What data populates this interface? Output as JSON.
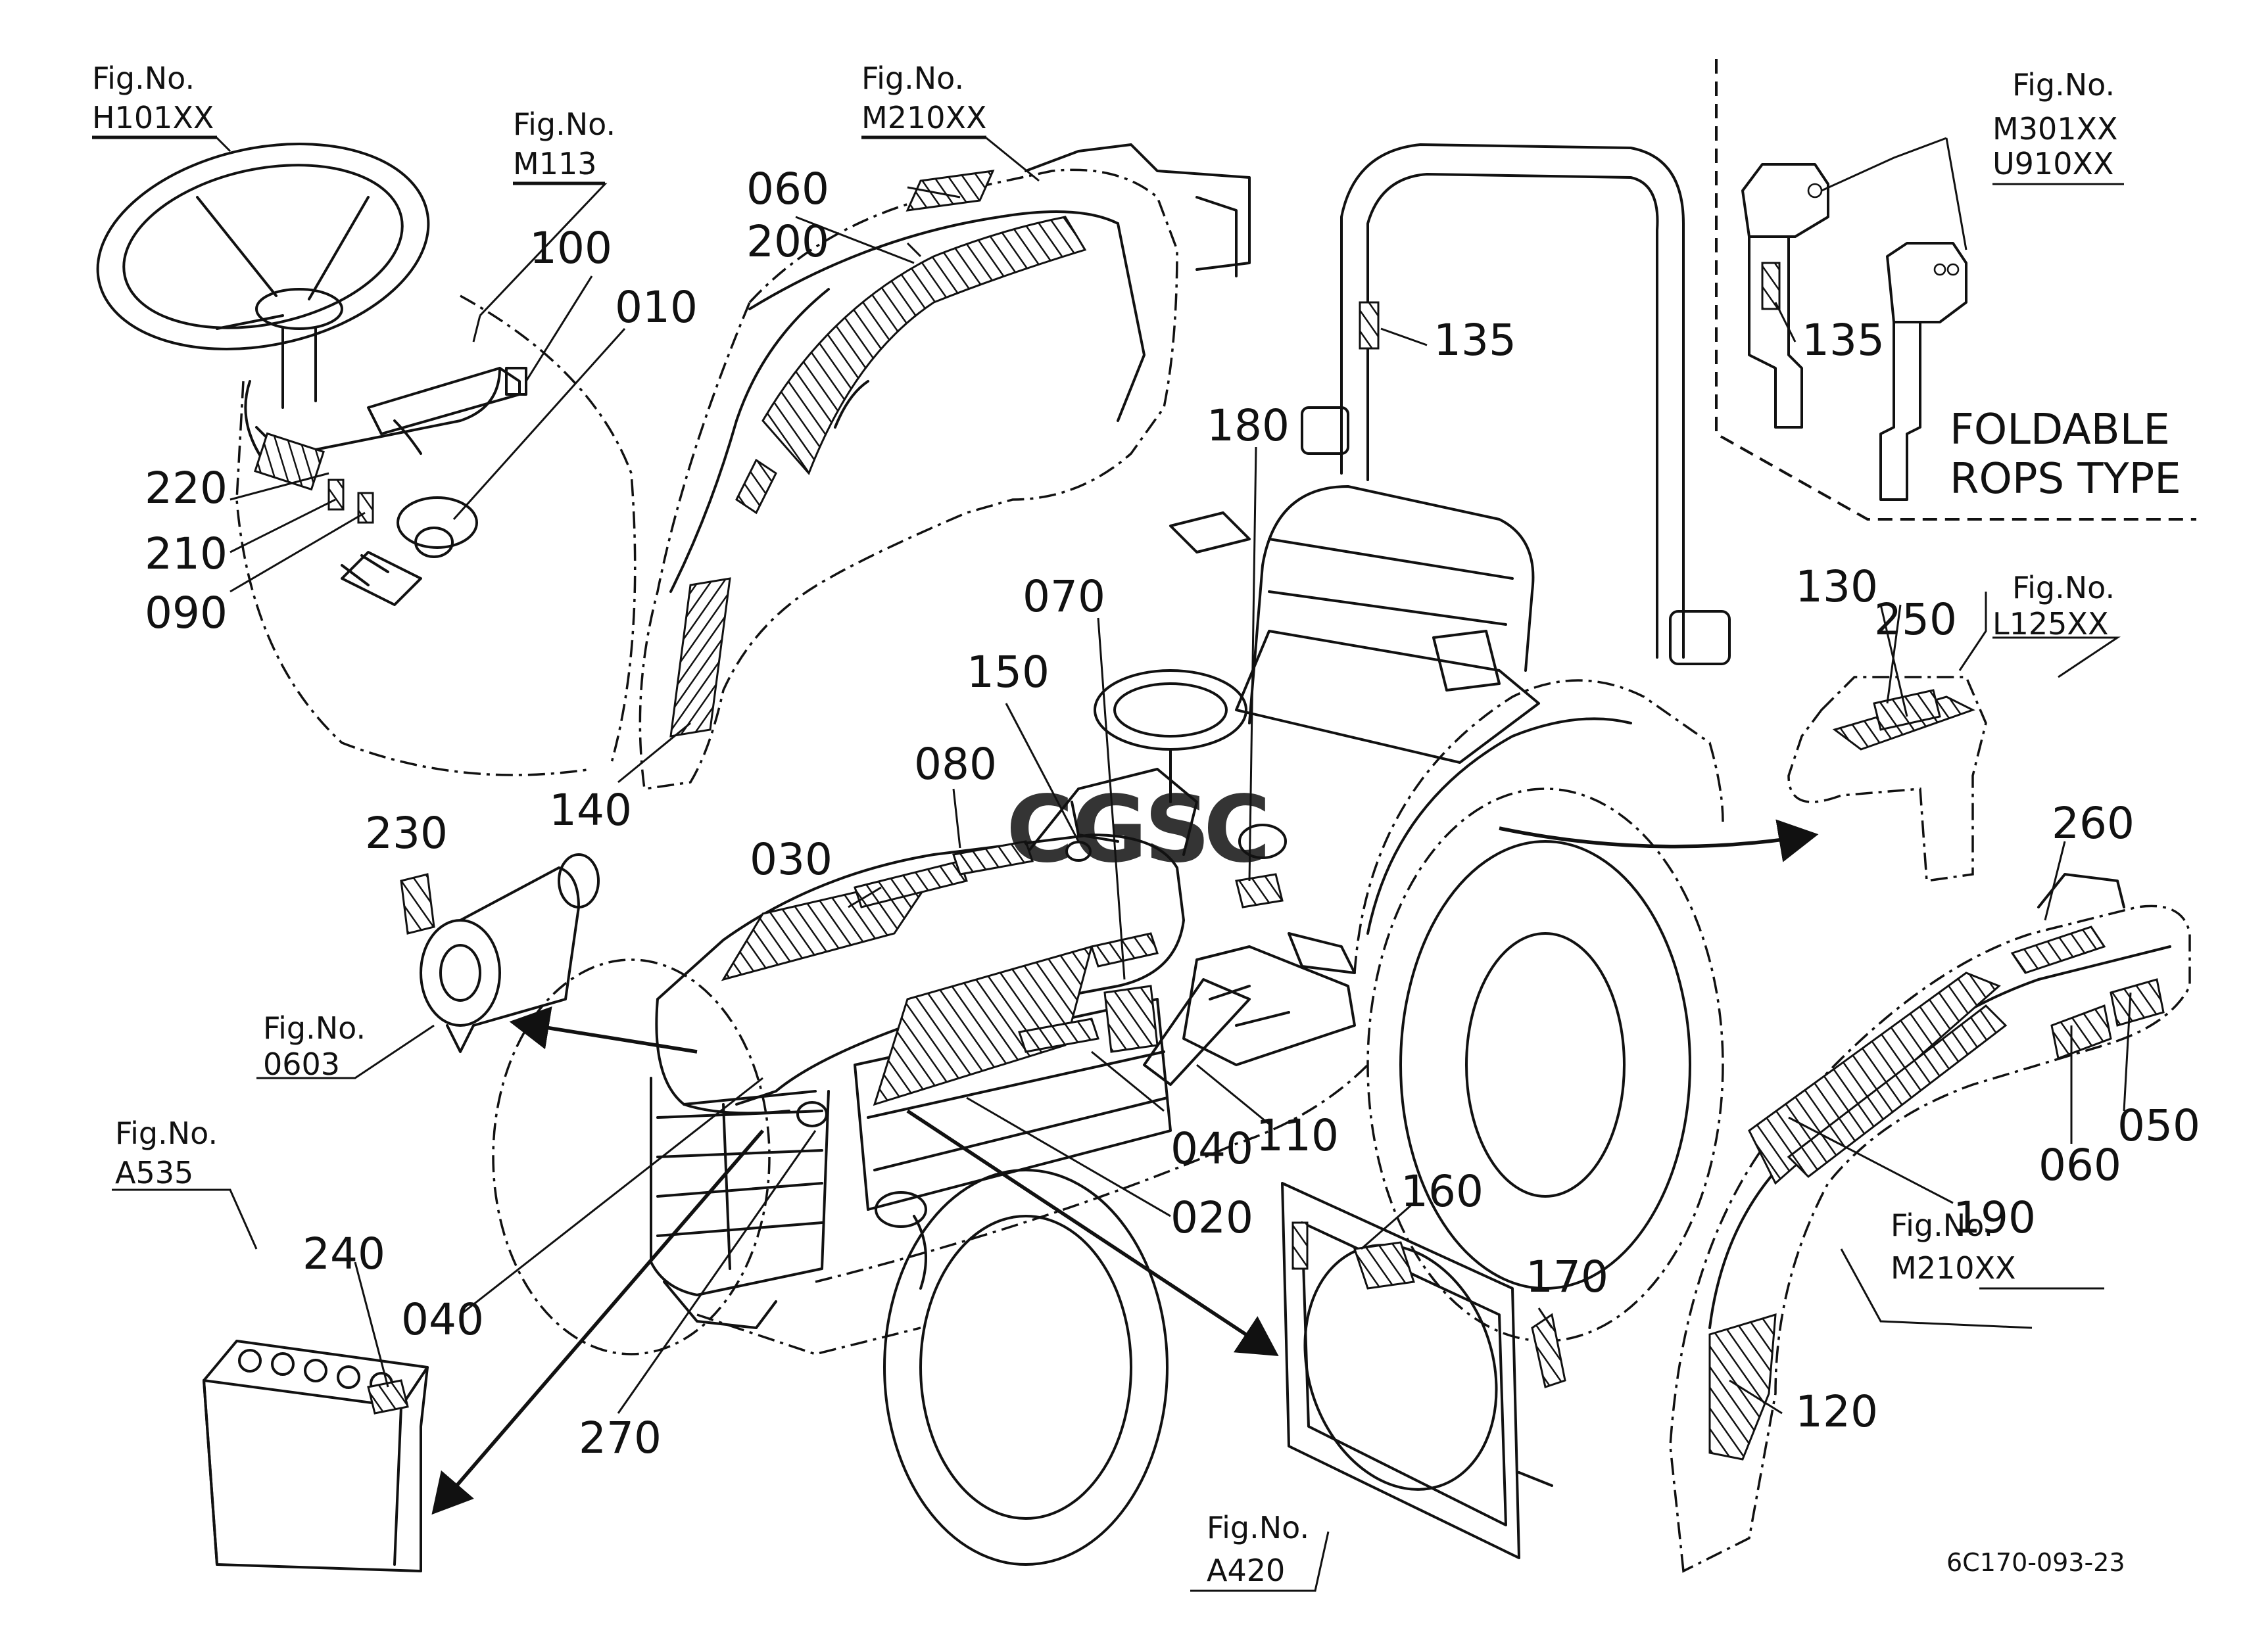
{
  "figure_refs": {
    "h101": {
      "label": "Fig.No.",
      "code": "H101XX"
    },
    "m113": {
      "label": "Fig.No.",
      "code": "M113"
    },
    "m210_top": {
      "label": "Fig.No.",
      "code": "M210XX"
    },
    "m301": {
      "label": "Fig.No.",
      "code": "M301XX",
      "code2": "U910XX"
    },
    "l125": {
      "label": "Fig.No.",
      "code": "L125XX"
    },
    "f0603": {
      "label": "Fig.No.",
      "code": "0603"
    },
    "a535": {
      "label": "Fig.No.",
      "code": "A535"
    },
    "a420": {
      "label": "Fig.No.",
      "code": "A420"
    },
    "m210_bottom": {
      "label": "Fig.No.",
      "code": "M210XX"
    }
  },
  "part_labels": {
    "p060_top": "060",
    "p200": "200",
    "p100": "100",
    "p010": "010",
    "p220": "220",
    "p210": "210",
    "p090": "090",
    "p140": "140",
    "p135_main": "135",
    "p135_rops": "135",
    "p180": "180",
    "p070": "070",
    "p150": "150",
    "p080": "080",
    "p030": "030",
    "p230": "230",
    "p130": "130",
    "p250": "250",
    "p260": "260",
    "p040_right": "040",
    "p110": "110",
    "p020": "020",
    "p040_left": "040",
    "p270": "270",
    "p160": "160",
    "p170": "170",
    "p240": "240",
    "p050": "050",
    "p060_bottom": "060",
    "p190": "190",
    "p120": "120"
  },
  "foldable_note": {
    "line1": "FOLDABLE",
    "line2": "ROPS  TYPE"
  },
  "drawing_code": "6C170-093-23",
  "watermark": {
    "text": "CGSC",
    "colors": [
      "#4a7fd8",
      "#e0453a",
      "#f2b300",
      "#2ea84f"
    ]
  }
}
